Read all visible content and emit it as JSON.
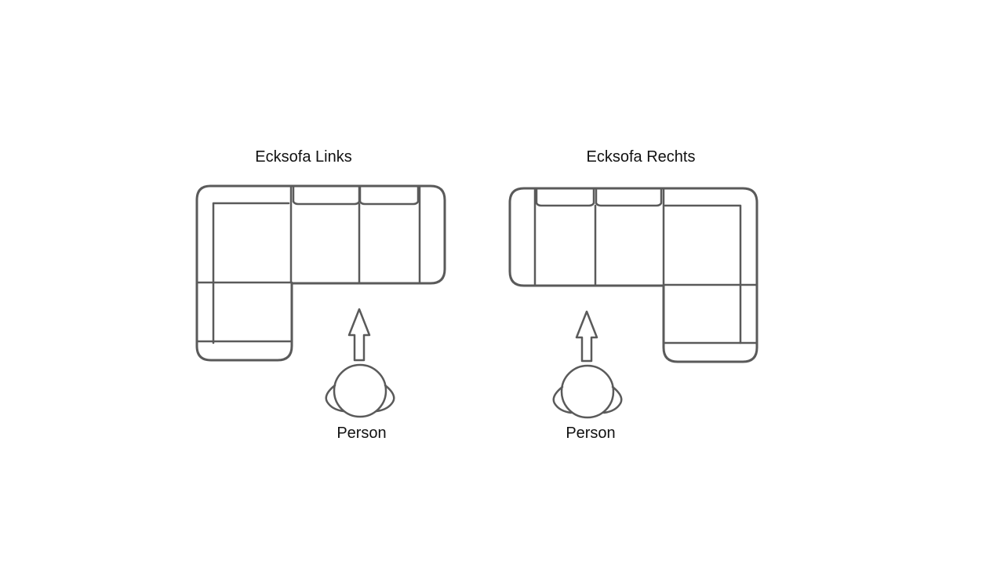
{
  "diagram": {
    "type": "floor-plan",
    "stroke_color": "#5a5a5a",
    "text_color": "#111111",
    "background": "#ffffff"
  },
  "sofas": [
    {
      "title": "Ecksofa Links",
      "chaise_side": "left",
      "seat_modules": 3,
      "viewer_label": "Person"
    },
    {
      "title": "Ecksofa Rechts",
      "chaise_side": "right",
      "seat_modules": 3,
      "viewer_label": "Person"
    }
  ]
}
